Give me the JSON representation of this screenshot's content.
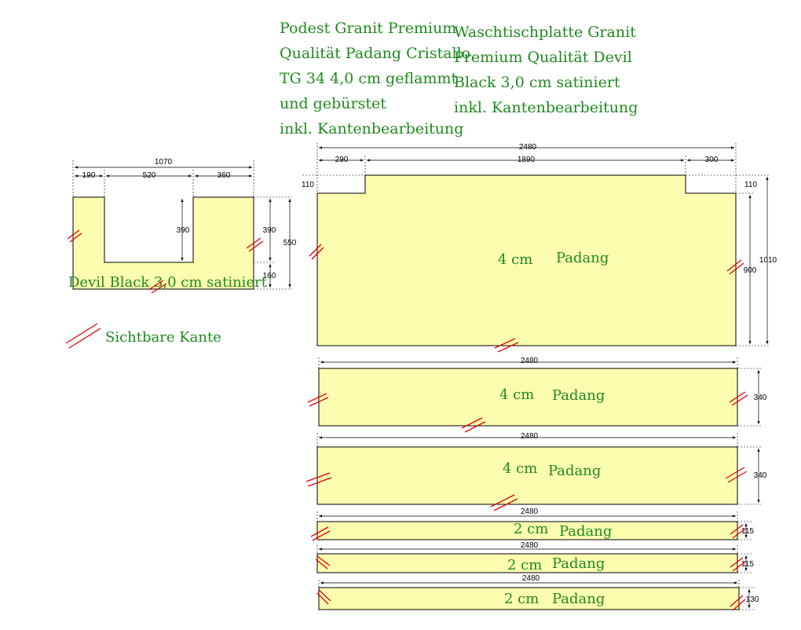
{
  "notes": {
    "podest": [
      "Podest Granit Premium",
      "Qualität Padang Cristallo",
      "TG 34 4,0 cm geflammt",
      "und gebürstet",
      "inkl. Kantenbearbeitung"
    ],
    "waschtisch": [
      "Waschtischplatte Granit",
      "Premium Qualität Devil",
      "Black 3,0 cm satiniert",
      "inkl. Kantenbearbeitung"
    ]
  },
  "legend": {
    "label": "Sichtbare Kante",
    "color": "#e00000"
  },
  "colors": {
    "slab_fill": "#fdfdb0",
    "text_green": "#1e8a1e"
  },
  "u_part": {
    "material_label": "Devil Black 3,0 cm satiniert",
    "dims": {
      "total": "1070",
      "left": "190",
      "middle": "520",
      "right": "360",
      "inner_left": "390",
      "inner_right": "390",
      "height": "550",
      "bottom": "160"
    }
  },
  "podest_main": {
    "thickness": "4 cm",
    "material": "Padang",
    "dims": {
      "total": "2480",
      "left": "290",
      "middle": "1890",
      "right": "300",
      "notch_left": "110",
      "notch_right": "110",
      "inner_height": "900",
      "height": "1010"
    }
  },
  "strips": [
    {
      "length": "2480",
      "width": "340",
      "thickness": "4 cm",
      "material": "Padang"
    },
    {
      "length": "2480",
      "width": "340",
      "thickness": "4 cm",
      "material": "Padang"
    },
    {
      "length": "2480",
      "width": "115",
      "thickness": "2 cm",
      "material": "Padang"
    },
    {
      "length": "2480",
      "width": "115",
      "thickness": "2 cm",
      "material": "Padang"
    },
    {
      "length": "2480",
      "width": "130",
      "thickness": "2 cm",
      "material": "Padang"
    }
  ]
}
